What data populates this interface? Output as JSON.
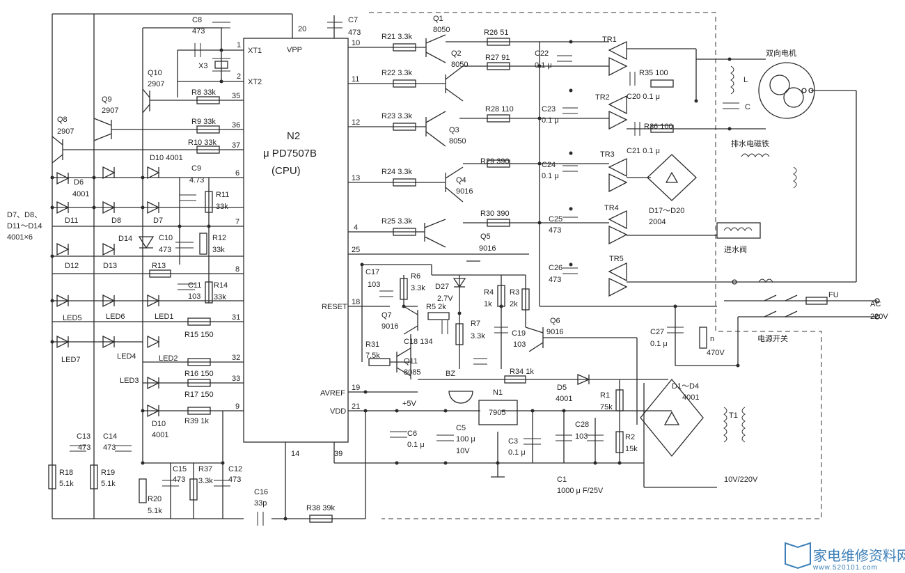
{
  "cpu": {
    "name": "N2",
    "part": "μ PD7507B",
    "sub": "(CPU)"
  },
  "cpu_pins": {
    "p1": "1",
    "xt1": "XT1",
    "p2": "2",
    "xt2": "XT2",
    "p20": "20",
    "vpp": "VPP",
    "p35": "35",
    "p36": "36",
    "p37": "37",
    "p6": "6",
    "p7": "7",
    "p8": "8",
    "p31": "31",
    "p32": "32",
    "p33": "33",
    "p9": "9",
    "p10": "10",
    "p11": "11",
    "p12": "12",
    "p13": "13",
    "p4": "4",
    "p25": "25",
    "p18": "18",
    "reset": "RESET",
    "p19": "19",
    "avref": "AVREF",
    "p21": "21",
    "vdd": "VDD",
    "p39": "39",
    "p14": "14"
  },
  "labels": {
    "c8": "C8",
    "c8v": "473",
    "x3": "X3",
    "c7": "C7",
    "c7v": "473",
    "q10": "Q10",
    "q10t": "2907",
    "q9": "Q9",
    "q9t": "2907",
    "q8": "Q8",
    "q8t": "2907",
    "r8": "R8  33k",
    "r9": "R9  33k",
    "r10": "R10 33k",
    "d10a": "D10 4001",
    "c9": "C9",
    "c9v": "4.73",
    "d6": "D6",
    "d6v": "4001",
    "r11": "R11",
    "r11v": "33k",
    "d11": "D11",
    "d8": "D8",
    "d7": "D7",
    "r12": "R12",
    "r12v": "33k",
    "d14": "D14",
    "c10": "C10",
    "c10v": "473",
    "d12": "D12",
    "d13": "D13",
    "r13": "R13",
    "c11": "C11",
    "c11v": "103",
    "r14": "R14",
    "r14v": "33k",
    "led5": "LED5",
    "led6": "LED6",
    "led1": "LED1",
    "r15": "R15  150",
    "led7": "LED7",
    "led4": "LED4",
    "led2": "LED2",
    "r16": "R16  150",
    "led3": "LED3",
    "r17": "R17  150",
    "d10b": "D10",
    "d10bv": "4001",
    "r39": "R39  1k",
    "dnote1": "D7、D8、",
    "dnote2": "D11～D14",
    "dnote3": "4001×6",
    "c13": "C13",
    "c13v": "473",
    "c14": "C14",
    "c14v": "473",
    "r18": "R18",
    "r18v": "5.1k",
    "r19": "R19",
    "r19v": "5.1k",
    "r20": "R20",
    "r20v": "5.1k",
    "c15": "C15",
    "c15v": "473",
    "r37": "R37",
    "r37v": "3.3k",
    "c12": "C12",
    "c12v": "473",
    "c16": "C16",
    "c16v": "33p",
    "r38": "R38  39k",
    "r21": "R21 3.3k",
    "r22": "R22 3.3k",
    "r23": "R23 3.3k",
    "r24": "R24 3.3k",
    "r25": "R25 3.3k",
    "q1": "Q1",
    "q1t": "8050",
    "q2": "Q2",
    "q2t": "8050",
    "q3": "Q3",
    "q3t": "8050",
    "q4": "Q4",
    "q4t": "9016",
    "q5": "Q5",
    "q5t": "9016",
    "r26": "R26 51",
    "r27": "R27 91",
    "r28": "R28 110",
    "r29": "R29 390",
    "r30": "R30 390",
    "c22": "C22",
    "c22v": "0.1 μ",
    "c23": "C23",
    "c23v": "0.1 μ",
    "c24": "C24",
    "c24v": "0.1 μ",
    "c25": "C25",
    "c25v": "473",
    "c26": "C26",
    "c26v": "473",
    "tr1": "TR1",
    "tr2": "TR2",
    "tr3": "TR3",
    "tr4": "TR4",
    "tr5": "TR5",
    "r35": "R35  100",
    "c20": "C20  0.1 μ",
    "r36": "R36  100",
    "c21": "C21  0.1 μ",
    "motor": "双向电机",
    "ml": "L",
    "mc": "C",
    "solenoid": "排水电磁铁",
    "d1720": "D17～D20",
    "d1720v": "2004",
    "valve": "进水阀",
    "fu": "FU",
    "ac": "AC",
    "acv": "220V",
    "switch": "电源开关",
    "c27": "C27",
    "c27v": "0.1 μ",
    "vr": "n",
    "vrv": "470V",
    "c17": "C17",
    "c17v": "103",
    "r6": "R6",
    "r6v": "3.3k",
    "d27": "D27",
    "d27v": "2.7V",
    "r4": "R4",
    "r4v": "1k",
    "r3": "R3",
    "r3v": "2k",
    "r5": "R5 2k",
    "q7": "Q7",
    "q7t": "9016",
    "c18": "C18 134",
    "r7": "R7",
    "r7v": "3.3k",
    "c19": "C19",
    "c19v": "103",
    "q6": "Q6",
    "q6t": "9016",
    "r31": "R31",
    "r31v": "7.5k",
    "q11": "Q11",
    "q11t": "8085",
    "bz": "BZ",
    "r34": "R34  1k",
    "d5": "D5",
    "d5v": "4001",
    "n1": "N1",
    "n1p": "7905",
    "p5v": "+5V",
    "c6": "C6",
    "c6v": "0.1 μ",
    "c5": "C5",
    "c5v": "100 μ",
    "c5w": "10V",
    "c3": "C3",
    "c3v": "0.1 μ",
    "c28": "C28",
    "c28v": "103",
    "r1": "R1",
    "r1v": "75k",
    "r2": "R2",
    "r2v": "15k",
    "c1": "C1",
    "c1v": "1000 μ F/25V",
    "d14b": "D1～D4",
    "d14bv": "4001",
    "t1": "T1",
    "t1v": "10V/220V"
  },
  "watermark": {
    "name": "家电维修资料网",
    "url": "www.520101.com"
  }
}
